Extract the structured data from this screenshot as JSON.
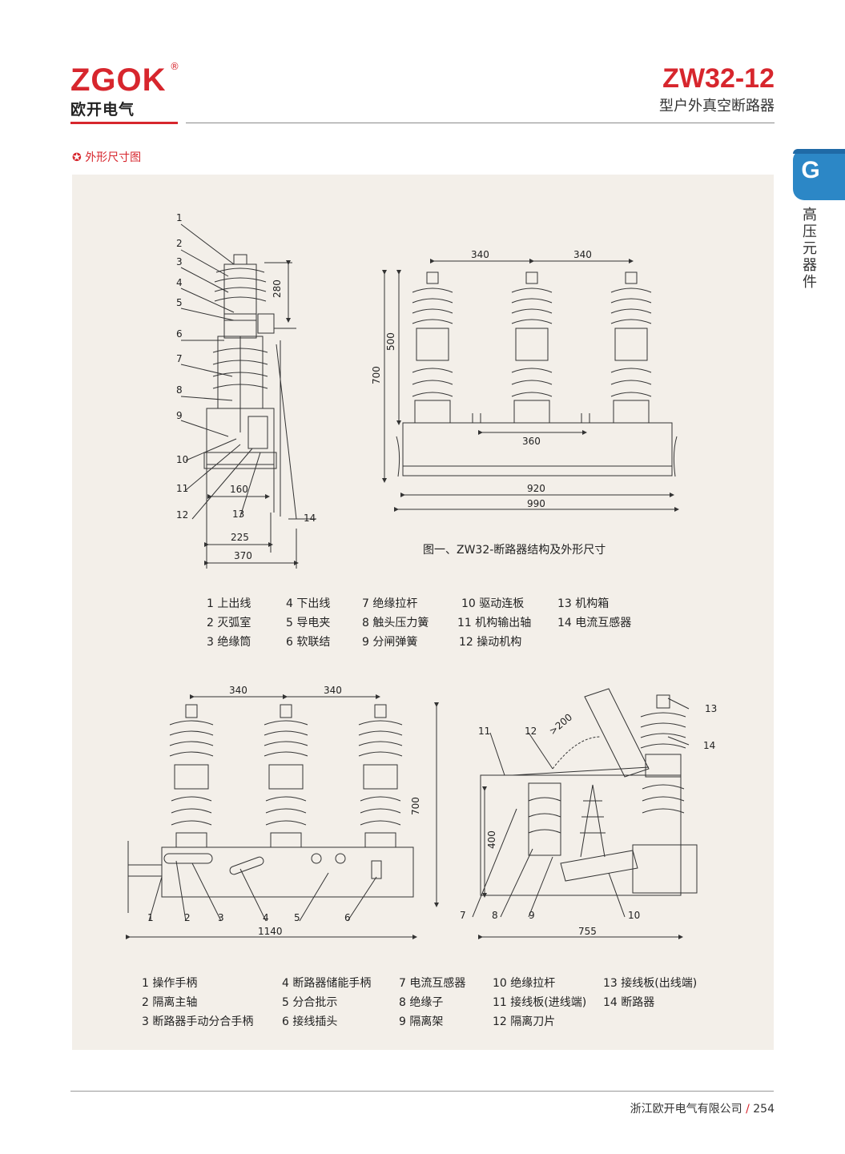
{
  "header": {
    "brand": "ZGOK",
    "registered": "®",
    "brand_cn": "欧开电气",
    "model_code": "ZW32-12",
    "model_name": "型户外真空断路器"
  },
  "section_title": "外形尺寸图",
  "side_tab": {
    "letter": "G",
    "text": "高压元器件"
  },
  "colors": {
    "brand_red": "#d7262d",
    "tab_blue": "#2c87c6",
    "panel_bg": "#f3efe9"
  },
  "figure1": {
    "caption": "图一、ZW32-断路器结构及外形尺寸",
    "side_view_numbers": [
      "1",
      "2",
      "3",
      "4",
      "5",
      "6",
      "7",
      "8",
      "9",
      "10",
      "11",
      "12",
      "13",
      "14"
    ],
    "side_view_dims": [
      "280",
      "160",
      "225",
      "370"
    ],
    "front_view_dims": [
      "340",
      "340",
      "500",
      "700",
      "360",
      "920",
      "990"
    ],
    "legend": [
      "1 上出线",
      "2 灭弧室",
      "3 绝缘筒",
      "4 下出线",
      "5 导电夹",
      "6 软联结",
      "7 绝缘拉杆",
      "8 触头压力簧",
      "9 分闸弹簧",
      "10 驱动连板",
      "11 机构输出轴",
      "12 操动机构",
      "13 机构箱",
      "14 电流互感器"
    ]
  },
  "figure2": {
    "front_view_dims": [
      "340",
      "340",
      "700",
      "1140"
    ],
    "front_view_numbers": [
      "1",
      "2",
      "3",
      "4",
      "5",
      "6"
    ],
    "side_view_dims": [
      ">200",
      "400",
      "755"
    ],
    "side_view_numbers": [
      "7",
      "8",
      "9",
      "10",
      "11",
      "12",
      "13",
      "14"
    ],
    "legend": [
      "1 操作手柄",
      "2 隔离主轴",
      "3 断路器手动分合手柄",
      "4 断路器储能手柄",
      "5 分合批示",
      "6 接线插头",
      "7 电流互感器",
      "8 绝缘子",
      "9 隔离架",
      "10 绝缘拉杆",
      "11 接线板(进线端)",
      "12 隔离刀片",
      "13 接线板(出线端)",
      "14 断路器"
    ]
  },
  "footer": {
    "company": "浙江欧开电气有限公司",
    "slash": "/",
    "page": "254"
  }
}
